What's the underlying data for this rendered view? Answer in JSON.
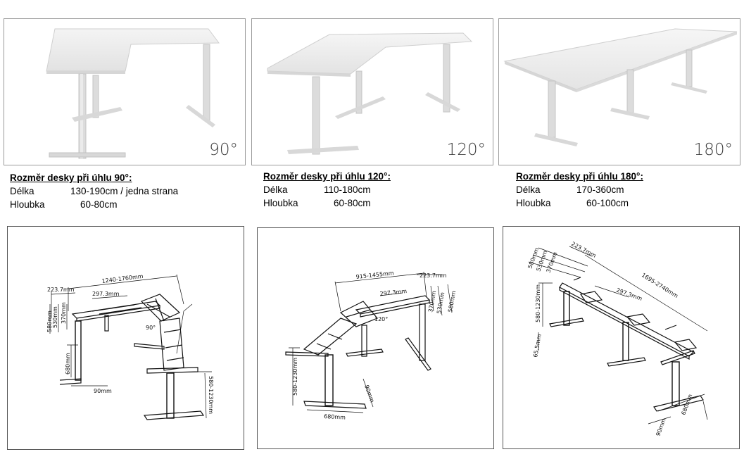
{
  "photos": [
    {
      "angle": "90°"
    },
    {
      "angle": "120°"
    },
    {
      "angle": "180°"
    }
  ],
  "specs": [
    {
      "title": "Rozměr desky při úhlu 90°:",
      "rows": [
        {
          "k": "Délka",
          "v": "130-190cm / jedna strana"
        },
        {
          "k": "Hloubka",
          "v": "60-80cm"
        }
      ]
    },
    {
      "title": "Rozměr desky při úhlu 120°:",
      "rows": [
        {
          "k": "Délka",
          "v": "110-180cm"
        },
        {
          "k": "Hloubka",
          "v": "60-80cm"
        }
      ]
    },
    {
      "title": "Rozměr desky při úhlu 180°:",
      "rows": [
        {
          "k": "Délka",
          "v": "170-360cm"
        },
        {
          "k": "Hloubka",
          "v": "60-100cm"
        }
      ]
    }
  ],
  "drawings": {
    "d90": {
      "a": "1240-1760mm",
      "b": "223.7mm",
      "c": "297.3mm",
      "d": "370mm",
      "e": "530mm",
      "f": "580mm",
      "g": "680mm",
      "h": "90mm",
      "i": "580-1230mm",
      "j": "90°"
    },
    "d120": {
      "a": "915-1455mm",
      "b": "223.7mm",
      "c": "297.3mm",
      "d": "370mm",
      "e": "530mm",
      "f": "580mm",
      "g": "580-1230mm",
      "h": "680mm",
      "i": "90mm",
      "j": "120°"
    },
    "d180": {
      "a": "580mm",
      "b": "530mm",
      "c": "370mm",
      "d": "223.7mm",
      "e": "1695-2740mm",
      "f": "297.3mm",
      "g": "580-1230mm",
      "h": "65.5mm",
      "i": "680mm",
      "j": "90mm"
    }
  }
}
